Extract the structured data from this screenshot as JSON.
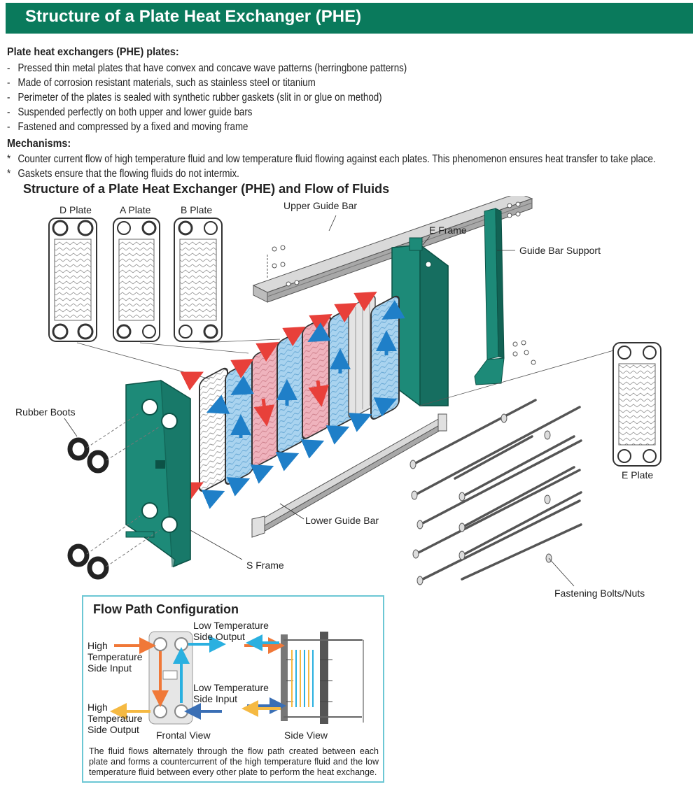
{
  "header": {
    "title": "Structure of a Plate Heat Exchanger (PHE)"
  },
  "plates_section": {
    "heading": "Plate heat exchangers (PHE) plates:",
    "marker": "-",
    "items": [
      "Pressed thin metal plates that have convex and concave wave patterns (herringbone patterns)",
      "Made of corrosion resistant materials, such as stainless steel or titanium",
      "Perimeter of the plates is sealed with synthetic rubber gaskets (slit in or glue on method)",
      "Suspended perfectly on both upper and lower guide bars",
      "Fastened and compressed by a fixed and moving frame"
    ]
  },
  "mechanisms_section": {
    "heading": "Mechanisms:",
    "marker": "*",
    "items": [
      "Counter current flow of high temperature fluid and low temperature fluid flowing against each plates. This phenomenon ensures heat transfer to take place.",
      "Gaskets ensure that the flowing fluids do not intermix."
    ]
  },
  "diagram": {
    "title": "Structure of a Plate Heat Exchanger (PHE) and Flow of Fluids",
    "labels": {
      "d_plate": "D Plate",
      "a_plate": "A Plate",
      "b_plate": "B Plate",
      "upper_guide_bar": "Upper Guide Bar",
      "e_frame": "E Frame",
      "guide_bar_support": "Guide Bar Support",
      "rubber_boots": "Rubber Boots",
      "e_plate": "E Plate",
      "lower_guide_bar": "Lower Guide Bar",
      "s_frame": "S Frame",
      "fastening_bolts": "Fastening Bolts/Nuts"
    }
  },
  "flow_path": {
    "title": "Flow Path Configuration",
    "low_temp_output": [
      "Low Temperature",
      "Side Output"
    ],
    "low_temp_input": [
      "Low Temperature",
      "Side Input"
    ],
    "high_temp_input": [
      "High",
      "Temperature",
      "Side Input"
    ],
    "high_temp_output": [
      "High",
      "Temperature",
      "Side Output"
    ],
    "frontal_view": "Frontal View",
    "side_view": "Side View",
    "description": "The fluid flows alternately through the flow path created between each plate and forms a countercurrent of the high temperature fluid and the low temperature fluid between every other plate to perform the heat exchange."
  },
  "colors": {
    "banner": "#0a7a5c",
    "frame_green": "#1d8a78",
    "hot_red": "#e8403a",
    "cold_blue": "#1f7fc8",
    "hot_orange": "#f07838",
    "warm_yellow": "#f5b942",
    "cool_cyan": "#2ab0e0",
    "box_border": "#6cc7d4"
  }
}
